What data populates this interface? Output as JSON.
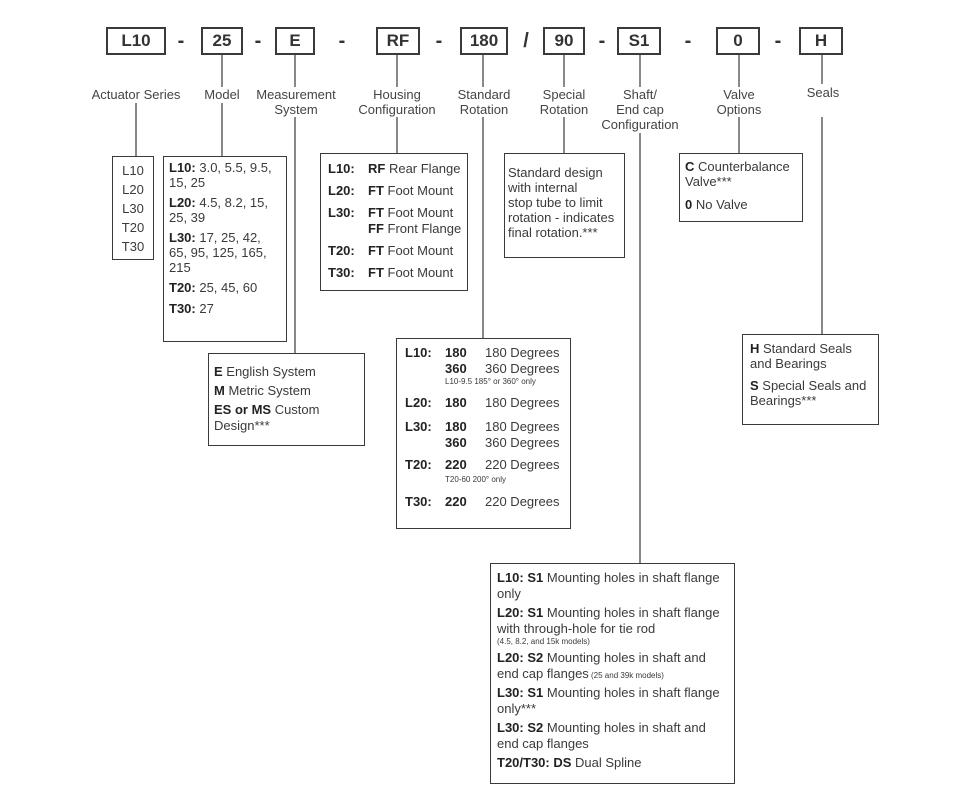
{
  "code": {
    "series": "L10",
    "model": "25",
    "measurement": "E",
    "housing": "RF",
    "rotation": "180",
    "slash": "/",
    "special": "90",
    "shaft": "S1",
    "valve": "0",
    "seals": "H",
    "dash": "-"
  },
  "labels": {
    "series": "Actuator Series",
    "model": "Model",
    "measurement": [
      "Measurement",
      "System"
    ],
    "housing": [
      "Housing",
      "Configuration"
    ],
    "rotation": [
      "Standard",
      "Rotation"
    ],
    "special": [
      "Special",
      "Rotation"
    ],
    "shaft": [
      "Shaft/",
      "End cap",
      "Configuration"
    ],
    "valve": [
      "Valve",
      "Options"
    ],
    "seals": "Seals"
  },
  "series_list": [
    "L10",
    "L20",
    "L30",
    "T20",
    "T30"
  ],
  "model_box": [
    {
      "k": "L10:",
      "v": " 3.0, 5.5, 9.5,",
      "v2": "15, 25"
    },
    {
      "k": "L20:",
      "v": " 4.5, 8.2, 15,",
      "v2": "25, 39"
    },
    {
      "k": "L30:",
      "v": " 17, 25, 42,",
      "v2": "65, 95, 125, 165,",
      "v3": "215"
    },
    {
      "k": "T20:",
      "v": " 25, 45, 60"
    },
    {
      "k": "T30:",
      "v": " 27"
    }
  ],
  "measurement_box": [
    {
      "k": "E",
      "v": " English System"
    },
    {
      "k": "M",
      "v": " Metric System"
    },
    {
      "k": "ES or MS",
      "v": " Custom",
      "v2": "Design***"
    }
  ],
  "housing_box": [
    {
      "k": "L10:",
      "c": "RF",
      "v": " Rear Flange"
    },
    {
      "k": "L20:",
      "c": "FT",
      "v": " Foot Mount"
    },
    {
      "k": "L30:",
      "c": "FT",
      "v": " Foot Mount",
      "c2": "FF",
      "v2": " Front Flange"
    },
    {
      "k": "T20:",
      "c": "FT",
      "v": " Foot Mount"
    },
    {
      "k": "T30:",
      "c": "FT",
      "v": " Foot Mount"
    }
  ],
  "special_box": [
    "Standard design",
    "with internal",
    "stop tube to limit",
    "rotation - indicates",
    "final rotation.***"
  ],
  "valve_box": [
    {
      "k": "C",
      "v": " Counterbalance",
      "v2": "Valve***"
    },
    {
      "k": "0",
      "v": " No Valve"
    }
  ],
  "seals_box": [
    {
      "k": "H",
      "v": " Standard Seals",
      "v2": "and Bearings"
    },
    {
      "k": "S",
      "v": " Special Seals and",
      "v2": "Bearings***"
    }
  ],
  "rotation_box": [
    {
      "k": "L10:",
      "c": "180",
      "v": "180 Degrees",
      "c2": "360",
      "v2": "360 Degrees",
      "note": "L10-9.5 185° or 360° only"
    },
    {
      "k": "L20:",
      "c": "180",
      "v": "180 Degrees"
    },
    {
      "k": "L30:",
      "c": "180",
      "v": "180 Degrees",
      "c2": "360",
      "v2": "360 Degrees"
    },
    {
      "k": "T20:",
      "c": "220",
      "v": "220 Degrees",
      "note": "T20-60 200° only"
    },
    {
      "k": "T30:",
      "c": "220",
      "v": "220 Degrees"
    }
  ],
  "shaft_box": [
    {
      "k": "L10: S1",
      "v": " Mounting holes in shaft flange",
      "v2": "only"
    },
    {
      "k": "L20: S1",
      "v": " Mounting holes in shaft flange",
      "v2": "with through-hole for tie rod",
      "note": "(4.5, 8.2, and 15k models)"
    },
    {
      "k": "L20: S2",
      "v": " Mounting holes in shaft and",
      "v2": "end cap flanges",
      "note2": " (25 and 39k models)"
    },
    {
      "k": "L30: S1",
      "v": " Mounting holes in shaft flange",
      "v2": "only***"
    },
    {
      "k": "L30: S2",
      "v": " Mounting holes in shaft and",
      "v2": "end cap flanges"
    },
    {
      "k": "T20/T30: DS",
      "v": " Dual Spline"
    }
  ]
}
